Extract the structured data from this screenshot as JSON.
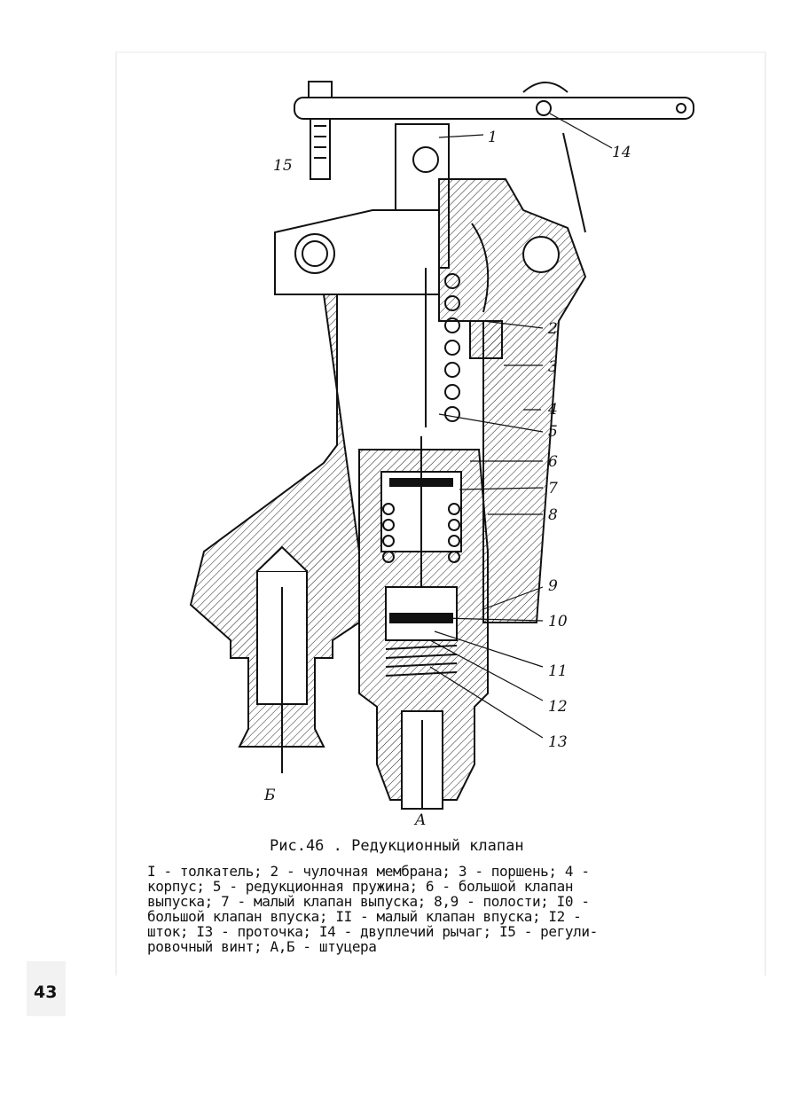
{
  "figure": {
    "callouts": [
      "1",
      "2",
      "3",
      "4",
      "5",
      "6",
      "7",
      "8",
      "9",
      "10",
      "11",
      "12",
      "13",
      "14",
      "15",
      "Б",
      "A"
    ]
  },
  "caption": {
    "title": "Рис.46 . Редукционный клапан",
    "legend": "I - толкатель; 2 - чулочная мембрана; 3 - поршень; 4 -\nкорпус; 5 - редукционная пружина; 6 - большой клапан\nвыпуска; 7 - малый клапан выпуска; 8,9 - полости; I0 -\nбольшой клапан впуска; II - малый клапан впуска; I2 -\nшток; I3 - проточка; I4 - двуплечий рычаг; I5 - регули-\nровочный винт; А,Б - штуцера"
  },
  "page_number": "43"
}
